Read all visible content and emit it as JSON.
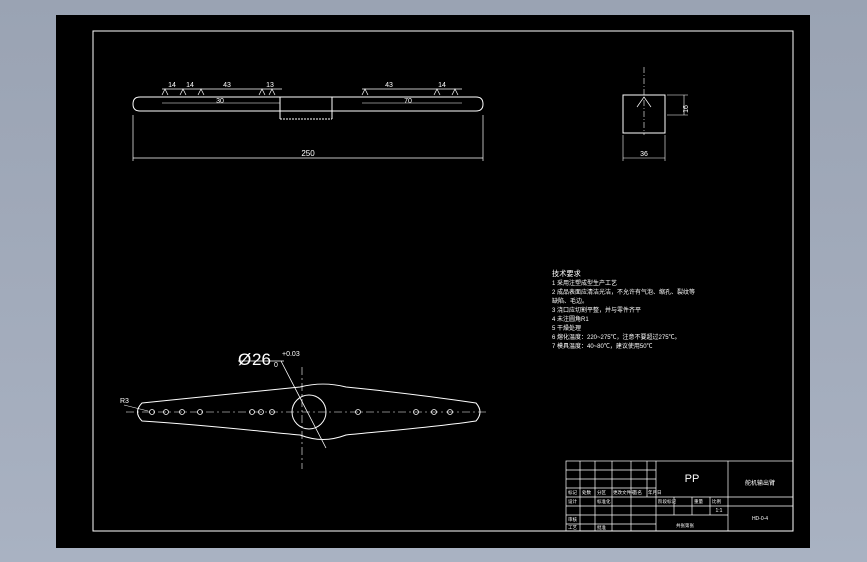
{
  "dimensions": {
    "top_row": [
      "14",
      "14",
      "43",
      "13",
      "43",
      "14"
    ],
    "inner_row": [
      "30",
      "70"
    ],
    "overall_length": "250",
    "side_height": "16",
    "side_width": "36",
    "diameter_symbol": "Ø",
    "hub_diameter": "26",
    "hub_tolerance_upper": "+0.03",
    "hub_tolerance_lower": "0",
    "end_radius": "R3"
  },
  "tech_notes": {
    "title": "技术要求",
    "lines": [
      "1 采用注塑成型生产工艺",
      "2 成品表面应清洁光洁，不允许有气泡、缩孔、裂纹等",
      "缺陷、毛边。",
      "3 浇口应切割平整，并与零件齐平",
      "4 未注圆角R1",
      "5 干燥处理",
      "6 熔化温度：220~275℃，注意不要超过275℃。",
      "7 模具温度：40~80℃，建议使用50℃"
    ]
  },
  "title_block": {
    "material": "PP",
    "part_name": "舵机输出臂",
    "scale": "1:1",
    "drawing_number": "HD-0-4",
    "cells": [
      "标记",
      "处数",
      "分区",
      "更改文件号",
      "签名",
      "年月日",
      "设计",
      "标准化",
      "阶段标记",
      "重量",
      "比例",
      "审核",
      "工艺",
      "批准",
      "共张第张"
    ]
  }
}
